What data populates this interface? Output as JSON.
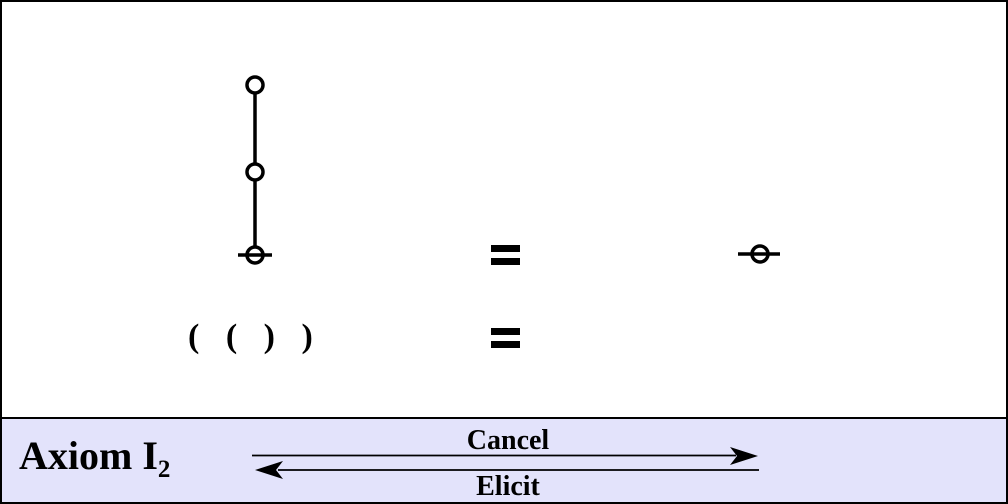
{
  "window": {
    "background": "#ffffff",
    "border_color": "#000000"
  },
  "equations": {
    "row1": {
      "lhs_icon": "three-circle-chain-with-base-bar",
      "equals": "=",
      "rhs_icon": "circle-with-base-bar"
    },
    "row2": {
      "lhs_text": "( ( ) )",
      "equals": "=",
      "rhs_text": ""
    }
  },
  "footer": {
    "background": "#e3e3fb",
    "axiom_label": "Axiom I",
    "axiom_subscript": "2",
    "cancel_label": "Cancel",
    "elicit_label": "Elicit",
    "cancel_arrow_direction": "right",
    "elicit_arrow_direction": "left"
  },
  "colors": {
    "line": "#000000",
    "text": "#000000",
    "node_fill": "#ffffff"
  }
}
